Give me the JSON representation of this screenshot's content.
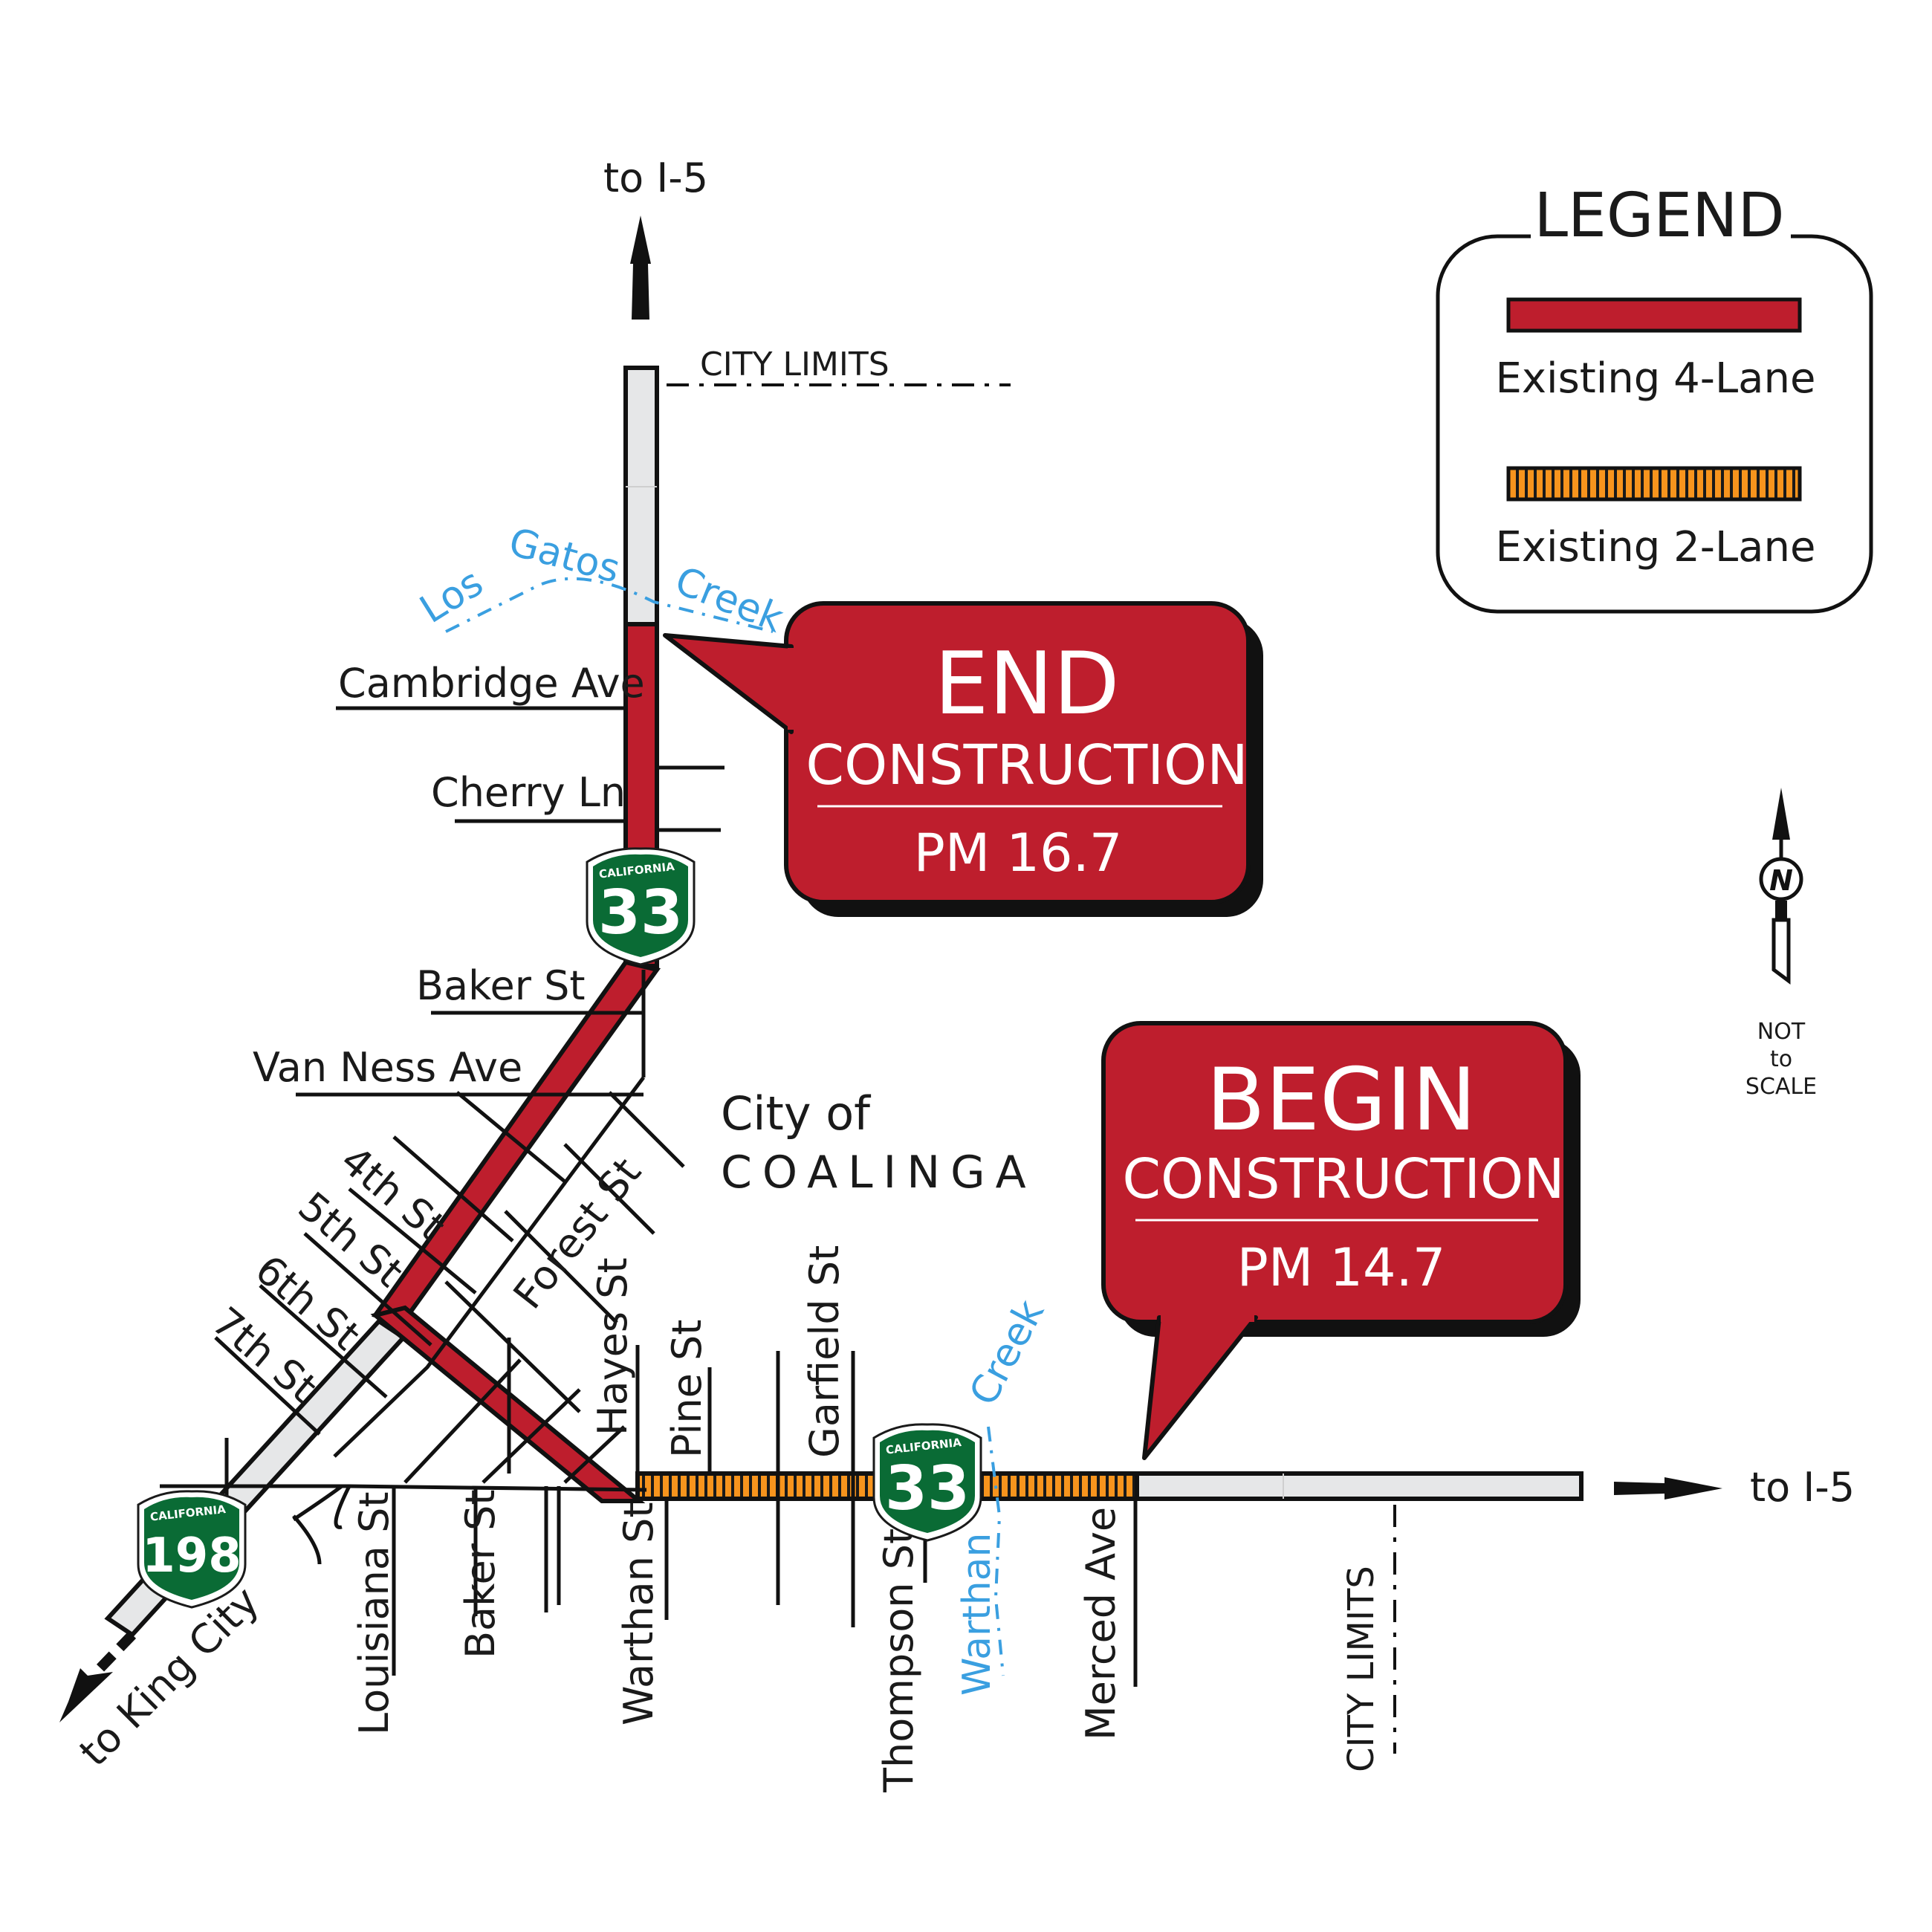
{
  "legend": {
    "title": "LEGEND",
    "items": [
      {
        "label": "Existing 4-Lane",
        "color": "#be1e2d"
      },
      {
        "label": "Existing 2-Lane",
        "color": "#f7941d"
      }
    ]
  },
  "destinations": {
    "north": "to I-5",
    "east": "to I-5",
    "southwest": "to King City"
  },
  "city_limits": {
    "north": "CITY LIMITS",
    "east": "CITY LIMITS"
  },
  "city_name": {
    "line1": "City of",
    "line2": "COALINGA"
  },
  "callouts": {
    "end": {
      "title": "END",
      "subtitle": "CONSTRUCTION",
      "postmile": "PM 16.7"
    },
    "begin": {
      "title": "BEGIN",
      "subtitle": "CONSTRUCTION",
      "postmile": "PM 14.7"
    }
  },
  "shields": {
    "route_33": {
      "state": "CALIFORNIA",
      "number": "33"
    },
    "route_198": {
      "state": "CALIFORNIA",
      "number": "198"
    }
  },
  "north_arrow": {
    "letter": "N"
  },
  "scale_note": {
    "line1": "NOT",
    "line2": "to",
    "line3": "SCALE"
  },
  "streets": {
    "cambridge": "Cambridge Ave",
    "cherry": "Cherry Ln",
    "baker_n": "Baker St",
    "van_ness": "Van Ness Ave",
    "fourth": "4th St",
    "fifth": "5th St",
    "sixth": "6th St",
    "seventh": "7th St",
    "forest": "Forest St",
    "hayes": "Hayes St",
    "pine": "Pine St",
    "garfield": "Garfield St",
    "louisiana": "Louisiana St",
    "baker_s": "Baker St",
    "warthan": "Warthan St",
    "thompson": "Thompson St",
    "merced": "Merced Ave"
  },
  "creeks": {
    "los_gatos": {
      "w1": "Los",
      "w2": "Gatos",
      "w3": "Creek"
    },
    "warthan": {
      "w1": "Warthan",
      "w2": "Creek"
    }
  },
  "colors": {
    "four_lane": "#be1e2d",
    "two_lane": "#f7941d",
    "creek": "#3a9fe0",
    "shield": "#0a6b35",
    "callout": "#be1e2d"
  }
}
